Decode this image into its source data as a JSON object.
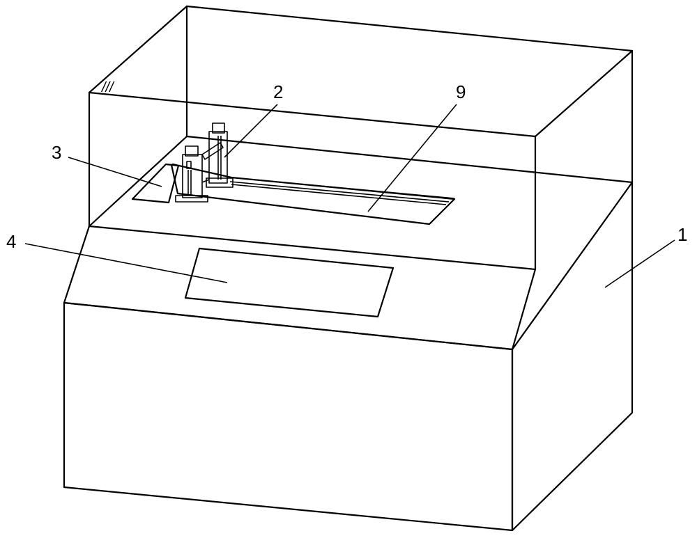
{
  "labels": {
    "l1": "1",
    "l2": "2",
    "l3": "3",
    "l4": "4",
    "l9": "9"
  },
  "glass_mark": "///",
  "colors": {
    "line": "#000000",
    "background": "#ffffff"
  }
}
